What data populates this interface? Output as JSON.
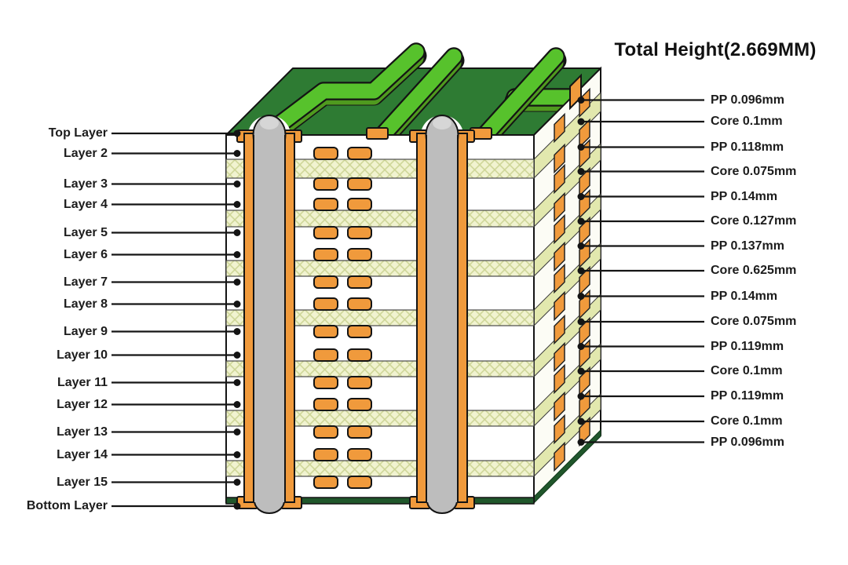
{
  "title": "Total Height(2.669MM)",
  "copper_layers": [
    {
      "label": "Top Layer"
    },
    {
      "label": "Layer 2"
    },
    {
      "label": "Layer 3"
    },
    {
      "label": "Layer 4"
    },
    {
      "label": "Layer 5"
    },
    {
      "label": "Layer 6"
    },
    {
      "label": "Layer 7"
    },
    {
      "label": "Layer 8"
    },
    {
      "label": "Layer 9"
    },
    {
      "label": "Layer 10"
    },
    {
      "label": "Layer 11"
    },
    {
      "label": "Layer 12"
    },
    {
      "label": "Layer 13"
    },
    {
      "label": "Layer 14"
    },
    {
      "label": "Layer 15"
    },
    {
      "label": "Bottom Layer"
    }
  ],
  "dielectric_stack": [
    {
      "label": "PP 0.096mm",
      "material": "PP",
      "thickness_mm": "0.096"
    },
    {
      "label": "Core 0.1mm",
      "material": "Core",
      "thickness_mm": "0.1"
    },
    {
      "label": "PP 0.118mm",
      "material": "PP",
      "thickness_mm": "0.118"
    },
    {
      "label": "Core 0.075mm",
      "material": "Core",
      "thickness_mm": "0.075"
    },
    {
      "label": "PP 0.14mm",
      "material": "PP",
      "thickness_mm": "0.14"
    },
    {
      "label": "Core 0.127mm",
      "material": "Core",
      "thickness_mm": "0.127"
    },
    {
      "label": "PP 0.137mm",
      "material": "PP",
      "thickness_mm": "0.137"
    },
    {
      "label": "Core 0.625mm",
      "material": "Core",
      "thickness_mm": "0.625"
    },
    {
      "label": "PP 0.14mm",
      "material": "PP",
      "thickness_mm": "0.14"
    },
    {
      "label": "Core 0.075mm",
      "material": "Core",
      "thickness_mm": "0.075"
    },
    {
      "label": "PP 0.119mm",
      "material": "PP",
      "thickness_mm": "0.119"
    },
    {
      "label": "Core 0.1mm",
      "material": "Core",
      "thickness_mm": "0.1"
    },
    {
      "label": "PP 0.119mm",
      "material": "PP",
      "thickness_mm": "0.119"
    },
    {
      "label": "Core 0.1mm",
      "material": "Core",
      "thickness_mm": "0.1"
    },
    {
      "label": "PP 0.096mm",
      "material": "PP",
      "thickness_mm": "0.096"
    }
  ],
  "colors": {
    "solder_mask_green": "#2e7b33",
    "trace_green": "#57c22c",
    "trace_side_green": "#4f9a1f",
    "copper_orange": "#f09a3c",
    "core_hatch_bg": "#f1f3d0",
    "core_hatch_line": "#ccd494",
    "side_core_band": "#e2e8ae",
    "via_gray": "#bdbdbd",
    "bottom_green": "#20572b",
    "outline": "#141414"
  }
}
